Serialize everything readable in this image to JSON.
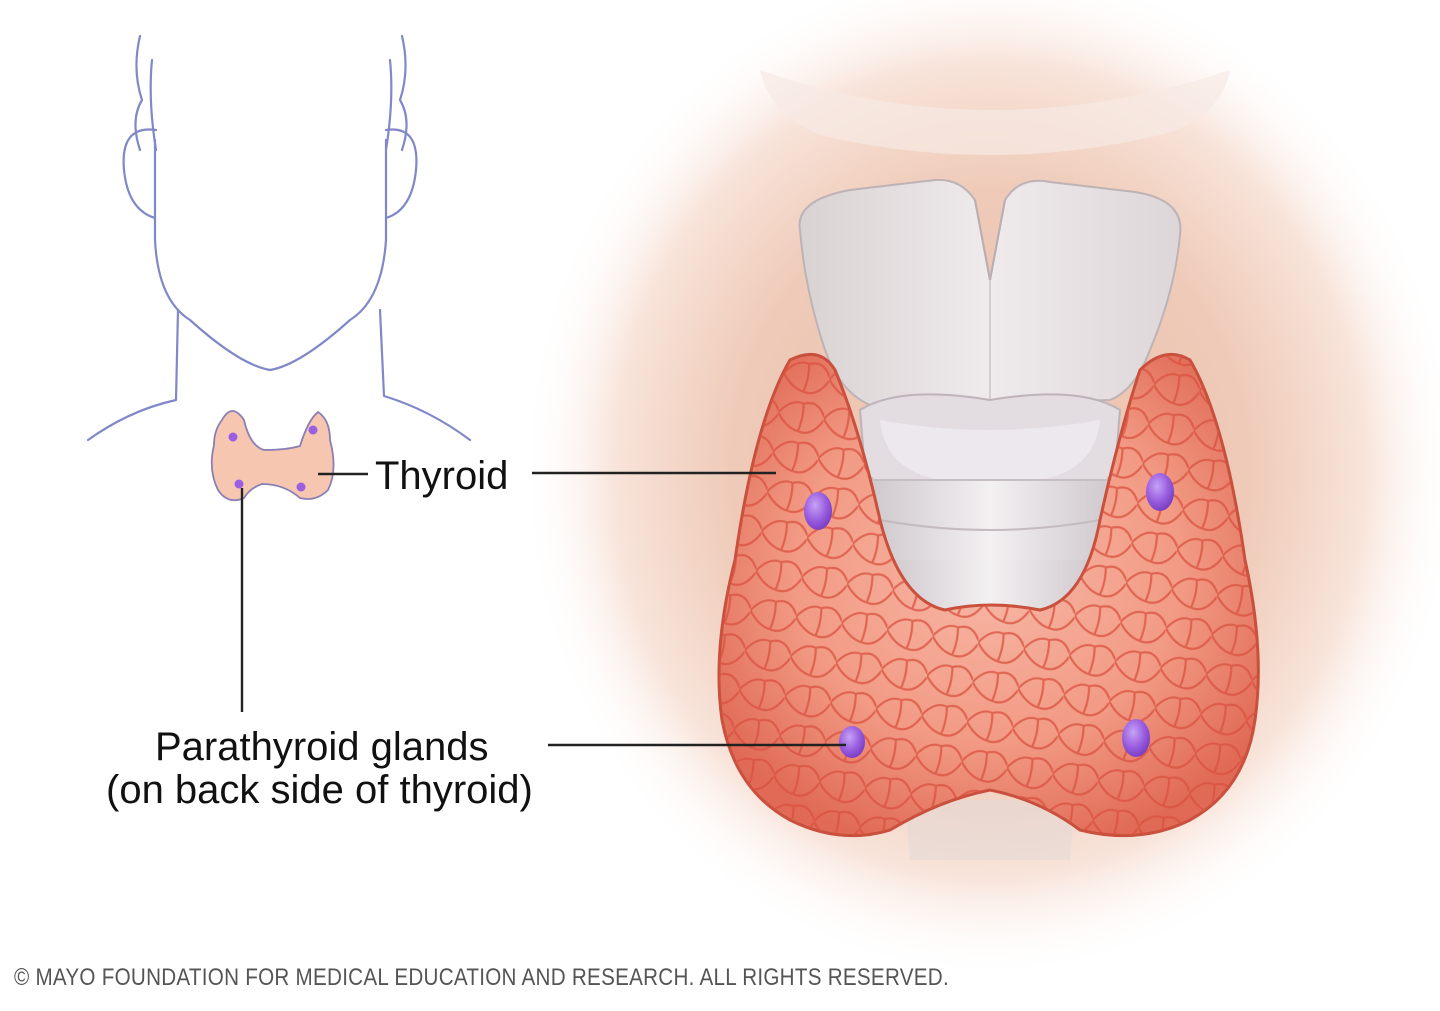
{
  "figure": {
    "labels": {
      "thyroid": "Thyroid",
      "parathyroid_line1": "Parathyroid glands",
      "parathyroid_line2": "(on back side of thyroid)"
    },
    "copyright": "© MAYO FOUNDATION FOR MEDICAL EDUCATION AND RESEARCH. ALL RIGHTS RESERVED.",
    "colors": {
      "outline": "#8088c8",
      "thyroid_fill_small": "#f6c6b0",
      "parathyroid_purple": "#9a5fe0",
      "tissue_red": "#e8604a",
      "cartilage": "#e8e2e4",
      "skin": "#f2c7b4"
    }
  }
}
